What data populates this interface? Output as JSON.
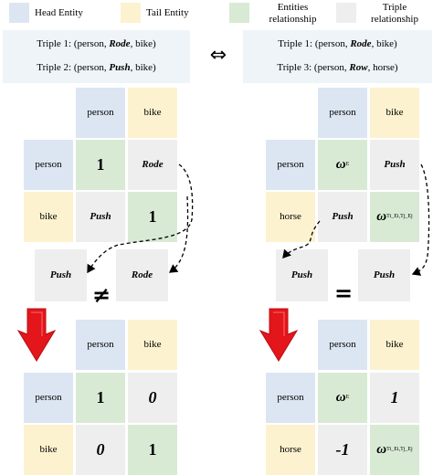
{
  "colors": {
    "head": "#dce6f2",
    "tail": "#fdf2cf",
    "rel": "#d8ead4",
    "triple": "#eeeeee",
    "arrow": "#e3161c"
  },
  "legend": [
    {
      "color": "#dce6f2",
      "text": "Head Entity"
    },
    {
      "color": "#fdf2cf",
      "text": "Tail Entity"
    },
    {
      "color": "#d8ead4",
      "text": "Entities relationship"
    },
    {
      "color": "#eeeeee",
      "text": "Triple relationship"
    }
  ],
  "triples_left": {
    "t1_prefix": "Triple 1: (person, ",
    "t1_rel": "Rode",
    "t1_suffix": ", bike)",
    "t2_prefix": "Triple 2: (person, ",
    "t2_rel": "Push",
    "t2_suffix": ", bike)"
  },
  "triples_right": {
    "t1_prefix": "Triple 1: (person, ",
    "t1_rel": "Rode",
    "t1_suffix": ", bike)",
    "t3_prefix": "Triple 3: (person, ",
    "t3_rel": "Row",
    "t3_suffix": ", horse)"
  },
  "bidir_symbol": "⇔",
  "left": {
    "top": {
      "col1": "person",
      "col2": "bike",
      "row1": "person",
      "row2": "bike",
      "v11": "1",
      "v12": "Rode",
      "v21": "Push",
      "v22": "1"
    },
    "compare": {
      "a": "Push",
      "b": "Rode",
      "symbol": "≠"
    },
    "bottom": {
      "col1": "person",
      "col2": "bike",
      "row1": "person",
      "row2": "bike",
      "v11": "1",
      "v12": "0",
      "v21": "0",
      "v22": "1"
    }
  },
  "right": {
    "top": {
      "col1": "person",
      "col2": "bike",
      "row1": "person",
      "row2": "horse",
      "omega_e": "ω",
      "omega_e_sub": "E",
      "v12": "Push",
      "v21": "Push",
      "omega_t": "ω",
      "omega_t_sub": "Ti_Ei,Tj_Ej"
    },
    "compare": {
      "a": "Push",
      "b": "Push",
      "symbol": "="
    },
    "bottom": {
      "col1": "person",
      "col2": "bike",
      "row1": "person",
      "row2": "horse",
      "omega_e": "ω",
      "omega_e_sub": "E",
      "v12": "1",
      "v21": "-1",
      "omega_t": "ω",
      "omega_t_sub": "Ti_Ei,Tj_Ej"
    }
  }
}
